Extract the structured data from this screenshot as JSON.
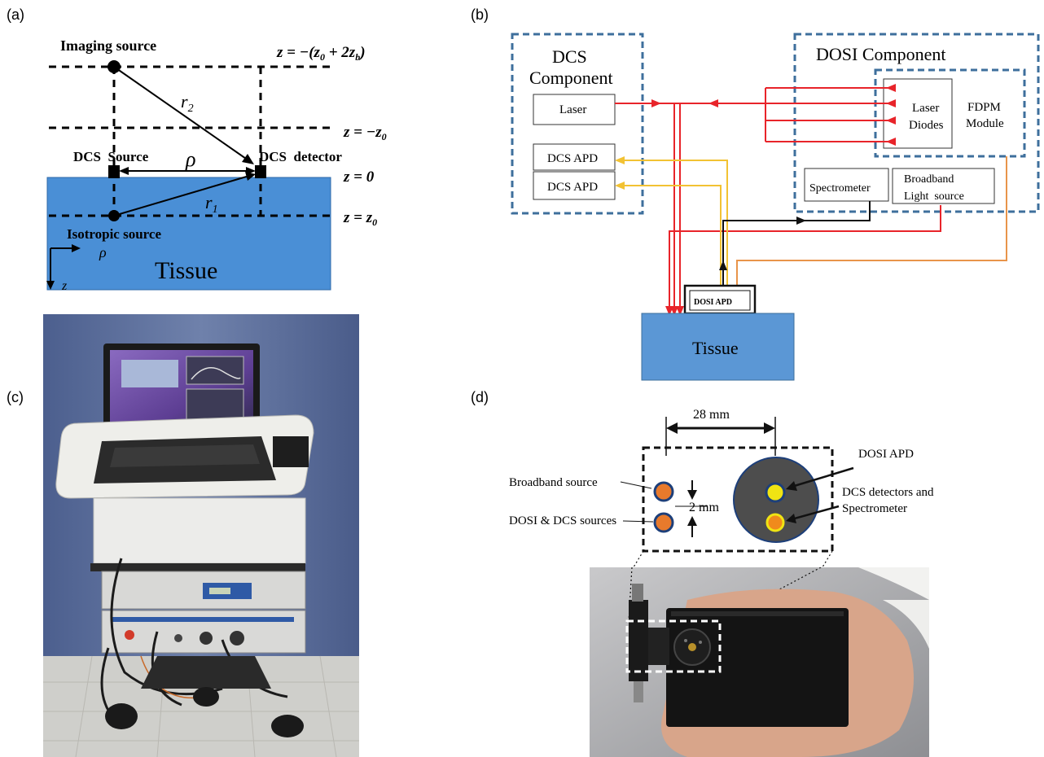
{
  "panel_labels": {
    "a": "(a)",
    "b": "(b)",
    "c": "(c)",
    "d": "(d)"
  },
  "colors": {
    "tissue": "#4a8fd6",
    "tissue_light": "#5b97d5",
    "dashed_box": "#3e6f9c",
    "red_line": "#e8242a",
    "yellow_line": "#f2c233",
    "orange_line": "#e8944a",
    "orange_fiber": "#e87a2c",
    "yellow_fiber": "#f0e413",
    "probe_gray": "#4d4d4d",
    "probe_ring": "#1d3f7a"
  },
  "panel_a": {
    "imaging_source": "Imaging source",
    "eq_top": "z = −(z",
    "eq_top_sub0": "0",
    "eq_top_mid": " + 2z",
    "eq_top_subb": "b",
    "eq_top_end": ")",
    "r2": "r",
    "r2_sub": "2",
    "eq_neg_z0": "z = −z",
    "eq_neg_z0_sub": "0",
    "dcs_source": "DCS  Source",
    "rho": "ρ",
    "dcs_detector": "DCS  detector",
    "eq_zero": "z = 0",
    "r1": "r",
    "r1_sub": "1",
    "eq_z0": "z = z",
    "eq_z0_sub": "0",
    "isotropic_source": "Isotropic source",
    "axis_rho": "ρ",
    "axis_z": "z",
    "tissue": "Tissue"
  },
  "panel_b": {
    "dcs_component_line1": "DCS",
    "dcs_component_line2": "Component",
    "laser": "Laser",
    "dcs_apd_1": "DCS APD",
    "dcs_apd_2": "DCS APD",
    "dosi_component": "DOSI Component",
    "laser_diodes_1": "Laser",
    "laser_diodes_2": "Diodes",
    "fdpm_1": "FDPM",
    "fdpm_2": "Module",
    "spectrometer": "Spectrometer",
    "broadband_1": "Broadband",
    "broadband_2": "Light  source",
    "dosi_apd": "DOSI APD",
    "tissue": "Tissue"
  },
  "panel_d": {
    "dimension_28": "28 mm",
    "dimension_2": "2 mm",
    "broadband_source": "Broadband source",
    "dosi_dcs_sources": "DOSI & DCS sources",
    "dosi_apd": "DOSI APD",
    "dcs_detectors_1": "DCS detectors and",
    "dcs_detectors_2": "Spectrometer"
  }
}
